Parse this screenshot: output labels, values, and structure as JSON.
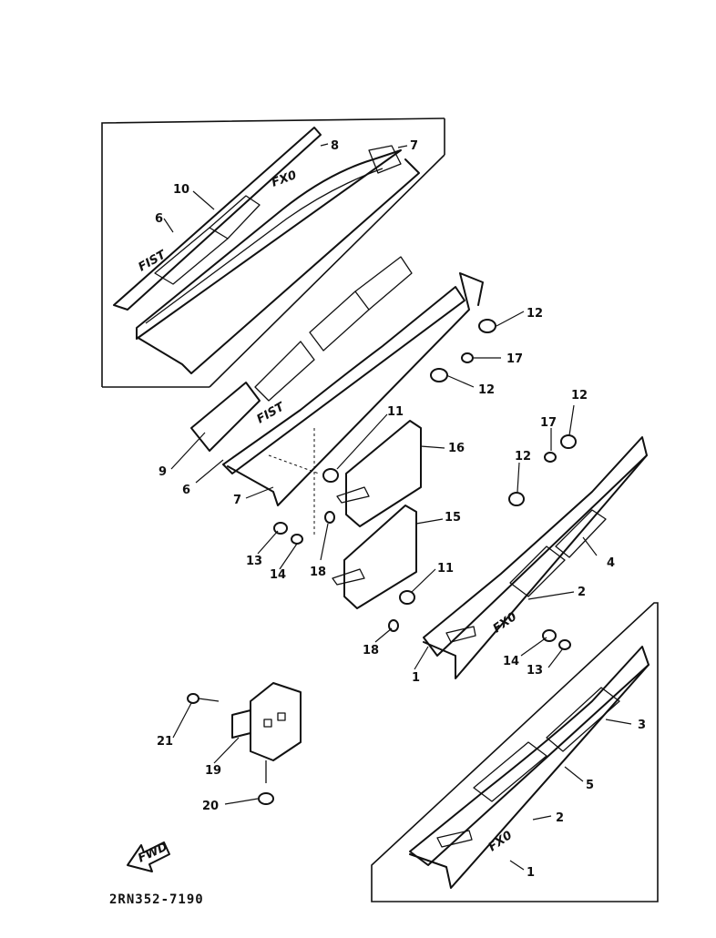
{
  "diagram_code": "2RN352-7190",
  "callouts": {
    "c1a": "1",
    "c1b": "1",
    "c2a": "2",
    "c2b": "2",
    "c3": "3",
    "c4": "4",
    "c5": "5",
    "c6a": "6",
    "c6b": "6",
    "c7a": "7",
    "c7b": "7",
    "c8": "8",
    "c9": "9",
    "c10": "10",
    "c11a": "11",
    "c11b": "11",
    "c12a": "12",
    "c12b": "12",
    "c12c": "12",
    "c12d": "12",
    "c13a": "13",
    "c13b": "13",
    "c14a": "14",
    "c14b": "14",
    "c15": "15",
    "c16": "16",
    "c17a": "17",
    "c17b": "17",
    "c18a": "18",
    "c18b": "18",
    "c19": "19",
    "c20": "20",
    "c21": "21"
  },
  "direction_arrow_label": "FWD"
}
